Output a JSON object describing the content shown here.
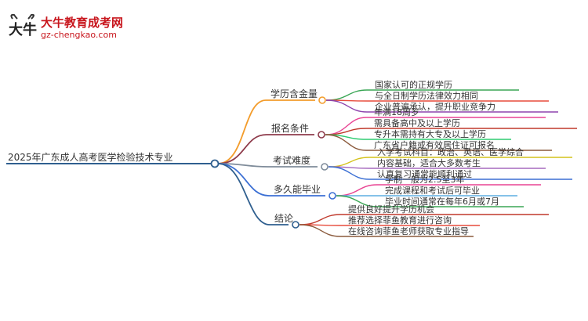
{
  "logo": {
    "title": "大牛教育成考网",
    "url": "gz-chengkao.com",
    "mark_text": "大牛",
    "brand_color": "#c8161d"
  },
  "root": {
    "label": "2025年广东成人高考医学检验技术专业",
    "color": "#2f5f8f"
  },
  "branches": [
    {
      "label": "学历含金量",
      "color": "#f39c2b",
      "items": [
        {
          "text": "国家认可的正规学历",
          "color": "#3aa655"
        },
        {
          "text": "与全日制学历法律效力相同",
          "color": "#e74c3c"
        },
        {
          "text": "企业普遍承认，提升职业竞争力",
          "color": "#8e44ad"
        }
      ]
    },
    {
      "label": "报名条件",
      "color": "#8e3b4b",
      "items": [
        {
          "text": "年满18周岁",
          "color": "#e84393"
        },
        {
          "text": "需具备高中及以上学历",
          "color": "#c0392b"
        },
        {
          "text": "专升本需持有大专及以上学历",
          "color": "#2ecc71"
        },
        {
          "text": "广东省户籍或有效居住证可报名",
          "color": "#8b5a3c"
        }
      ]
    },
    {
      "label": "考试难度",
      "color": "#7f8c9a",
      "items": [
        {
          "text": "入学考试科目：政治、英语、医学综合",
          "color": "#d4c21a"
        },
        {
          "text": "内容基础，适合大多数考生",
          "color": "#a569bd"
        },
        {
          "text": "认真复习通常能顺利通过",
          "color": "#3b6fd4"
        }
      ]
    },
    {
      "label": "多久能毕业",
      "color": "#3b6fd4",
      "items": [
        {
          "text": "学制一般为2.5至3年",
          "color": "#e84393"
        },
        {
          "text": "完成课程和考试后可毕业",
          "color": "#5dade2"
        },
        {
          "text": "毕业时间通常在每年6月或7月",
          "color": "#3aa655"
        }
      ]
    },
    {
      "label": "结论",
      "color": "#2f5f8f",
      "items": [
        {
          "text": "提供良好提升学历机会",
          "color": "#c0392b"
        },
        {
          "text": "推荐选择菲鱼教育进行咨询",
          "color": "#e74c3c"
        },
        {
          "text": "在线咨询菲鱼老师获取专业指导",
          "color": "#8b5a3c"
        }
      ]
    }
  ]
}
